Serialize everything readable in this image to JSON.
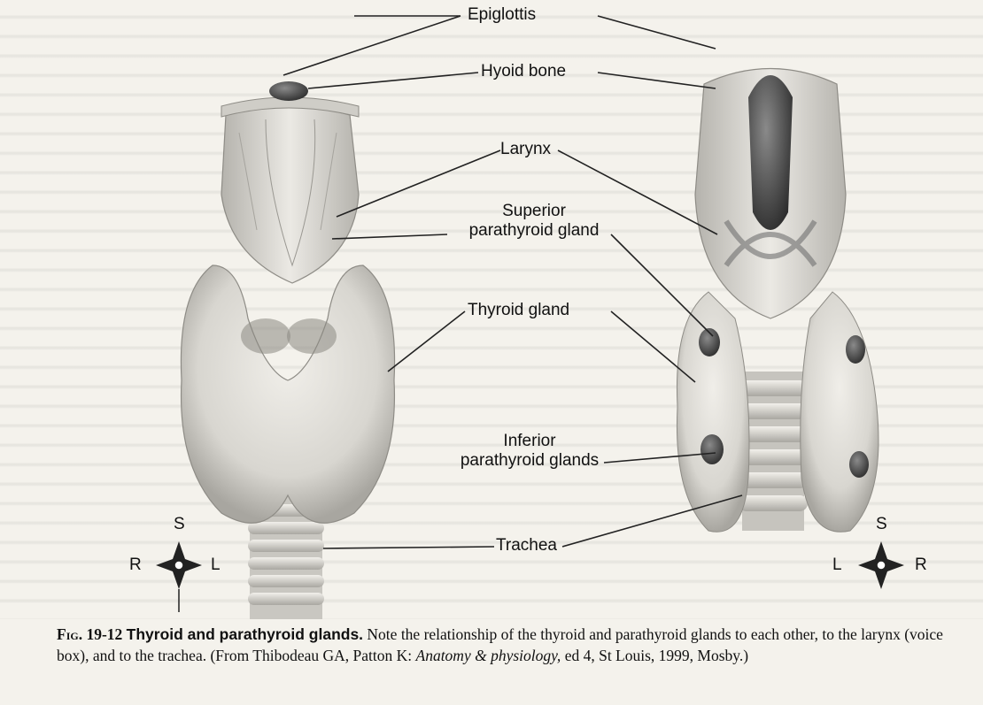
{
  "labels": {
    "epiglottis": "Epiglottis",
    "hyoid_bone": "Hyoid bone",
    "larynx": "Larynx",
    "superior_parathyroid_1": "Superior",
    "superior_parathyroid_2": "parathyroid gland",
    "thyroid_gland": "Thyroid gland",
    "inferior_parathyroid_1": "Inferior",
    "inferior_parathyroid_2": "parathyroid glands",
    "trachea": "Trachea"
  },
  "compass_left": {
    "top": "S",
    "left": "R",
    "right": "L"
  },
  "compass_right": {
    "top": "S",
    "left": "L",
    "right": "R"
  },
  "caption": {
    "figure_number": "Fig. 19-12",
    "title": "Thyroid and parathyroid glands.",
    "text": " Note the relationship of the thyroid and parathyroid glands to each other, to the larynx (voice box), and to the trachea. (From Thibodeau GA, Patton K: ",
    "book": "Anatomy & physiology,",
    "source": " ed 4, St Louis, 1999, Mosby.)"
  },
  "colors": {
    "tissue": "#d4d2cc",
    "tissue_shadow": "#9c9a95",
    "gland": "#e6e4df",
    "parathyroid": "#4a4a4a",
    "dark": "#3a3a3a"
  }
}
